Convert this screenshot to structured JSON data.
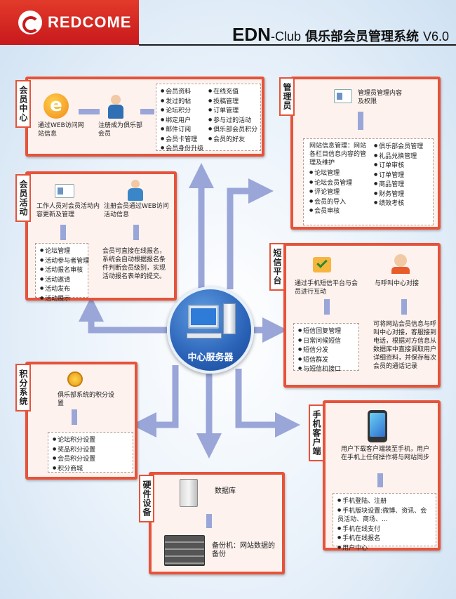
{
  "header": {
    "brand": "REDCOME",
    "title_edn": "EDN",
    "title_club": "-Club",
    "title_cn": "俱乐部会员管理系统",
    "title_version": "V6.0"
  },
  "center": {
    "label": "中心服务器"
  },
  "member_center": {
    "tab": "会员中心",
    "step1": "通过WEB访问网站信息",
    "step2": "注册成为俱乐部会员",
    "col1": [
      "会员资料",
      "发过的帖",
      "论坛积分",
      "绑定用户",
      "邮件订阅",
      "会员卡管理",
      "会员身份升级"
    ],
    "col2": [
      "在线充值",
      "投稿管理",
      "订单管理",
      "参与过的活动",
      "俱乐部会员积分",
      "会员的好友"
    ]
  },
  "admin": {
    "tab": "管理员",
    "top": "管理员管理内容及权限",
    "intro": "网站信息管理：网站各栏目信息内容的管理及维护",
    "col1": [
      "论坛管理",
      "论坛会员管理",
      "评论管理",
      "会员的导入",
      "会员审核"
    ],
    "col2": [
      "俱乐部会员管理",
      "礼品兑换管理",
      "订单审核",
      "订单管理",
      "商品管理",
      "财务管理",
      "绩效考核"
    ]
  },
  "member_activity": {
    "tab": "会员活动",
    "step1": "工作人员对会员活动内容更新及管理",
    "step2": "注册会员通过WEB访问活动信息",
    "list": [
      "论坛管理",
      "活动参与者管理",
      "活动报名审核",
      "活动邀请",
      "活动发布",
      "活动展示"
    ],
    "desc": "会员可直接在线报名，系统会自动根据报名条件判断会员级别，实现活动报名表单的提交。"
  },
  "sms": {
    "tab": "短信平台",
    "step1": "通过手机短信平台与会员进行互动",
    "step2": "与呼叫中心对接",
    "list": [
      "短信回复管理",
      "日常问候短信",
      "短信分发",
      "短信群发",
      "与短信机接口"
    ],
    "desc": "可将网站会员信息与呼叫中心对接，客服接到电话，根据对方信息从数据库中直接调取用户详细资料，并保存每次会员的通话记录"
  },
  "points": {
    "tab": "积分系统",
    "step1": "俱乐部系统的积分设置",
    "list": [
      "论坛积分设置",
      "奖品积分设置",
      "会员积分设置",
      "积分商城"
    ]
  },
  "mobile": {
    "tab": "手机客户端",
    "step1": "用户下载客户端装至手机，用户在手机上任何操作将与网站同步",
    "list": [
      "手机登陆、注册",
      "手机版块设置:微博、资讯、会员活动、商场、...",
      "手机在线支付",
      "手机在线报名",
      "用户中心"
    ]
  },
  "hardware": {
    "tab": "硬件设备",
    "db": "数据库",
    "backup": "备份机：网站数据的备份"
  },
  "colors": {
    "accent": "#e6533a",
    "arrow": "#9aa6d8",
    "brand": "#c8191c"
  }
}
